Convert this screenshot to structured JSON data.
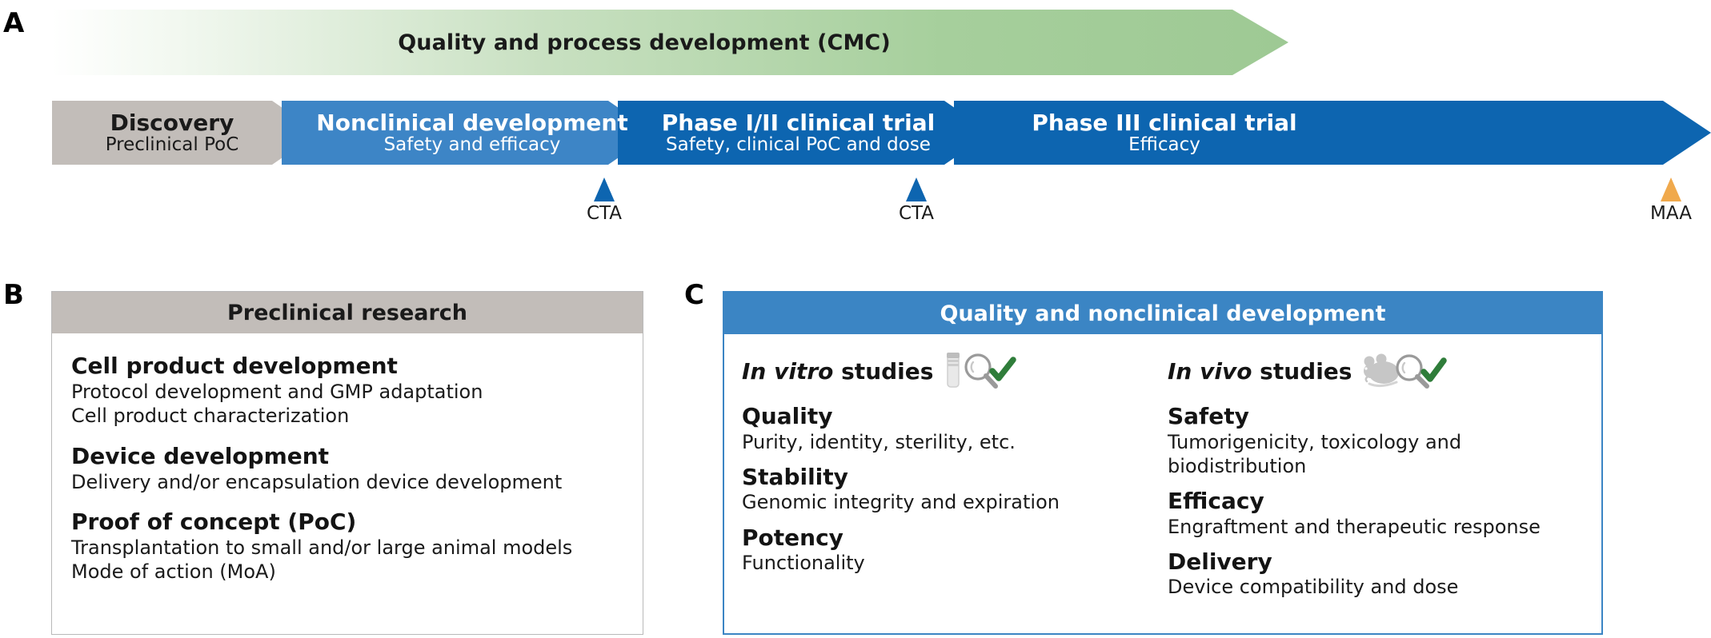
{
  "figure": {
    "panels": {
      "a": {
        "letter": "A"
      },
      "b": {
        "letter": "B"
      },
      "c": {
        "letter": "C"
      }
    }
  },
  "panel_a": {
    "cmc_band": {
      "label": "Quality and process development (CMC)",
      "color_start": "#ffffff",
      "color_end": "#9ec994"
    },
    "stages": [
      {
        "title": "Discovery",
        "subtitle": "Preclinical PoC",
        "color": "#c2bdb9",
        "text_color": "#1a1a1a"
      },
      {
        "title": "Nonclinical development",
        "subtitle": "Safety and efficacy",
        "color": "#3d85c6",
        "text_color": "#ffffff"
      },
      {
        "title": "Phase I/II clinical trial",
        "subtitle": "Safety, clinical PoC and dose",
        "color": "#0d65b0",
        "text_color": "#ffffff"
      },
      {
        "title": "Phase III clinical trial",
        "subtitle": "Efficacy",
        "color": "#0d65b0",
        "text_color": "#ffffff"
      }
    ],
    "milestones": [
      {
        "label": "CTA",
        "color": "#0d65b0"
      },
      {
        "label": "CTA",
        "color": "#0d65b0"
      },
      {
        "label": "MAA",
        "color": "#f0a94c"
      }
    ]
  },
  "panel_b": {
    "header": "Preclinical research",
    "header_color": "#c2bdb9",
    "groups": [
      {
        "heading": "Cell product development",
        "lines": [
          "Protocol development and GMP adaptation",
          "Cell product characterization"
        ]
      },
      {
        "heading": "Device development",
        "lines": [
          "Delivery and/or encapsulation device development"
        ]
      },
      {
        "heading": "Proof of concept (PoC)",
        "lines": [
          "Transplantation to small and/or large animal models",
          "Mode of action (MoA)"
        ]
      }
    ]
  },
  "panel_c": {
    "header": "Quality and nonclinical development",
    "header_color": "#3b85c4",
    "columns": [
      {
        "studies_italic": "In vitro",
        "studies_rest": " studies",
        "icon": "vial-magnifier-check-icon",
        "groups": [
          {
            "heading": "Quality",
            "line": "Purity, identity, sterility, etc."
          },
          {
            "heading": "Stability",
            "line": "Genomic integrity and expiration"
          },
          {
            "heading": "Potency",
            "line": "Functionality"
          }
        ]
      },
      {
        "studies_italic": "In vivo",
        "studies_rest": " studies",
        "icon": "mouse-magnifier-check-icon",
        "groups": [
          {
            "heading": "Safety",
            "line": "Tumorigenicity, toxicology and biodistribution"
          },
          {
            "heading": "Efficacy",
            "line": "Engraftment and therapeutic response"
          },
          {
            "heading": "Delivery",
            "line": "Device compatibility and dose"
          }
        ]
      }
    ]
  }
}
